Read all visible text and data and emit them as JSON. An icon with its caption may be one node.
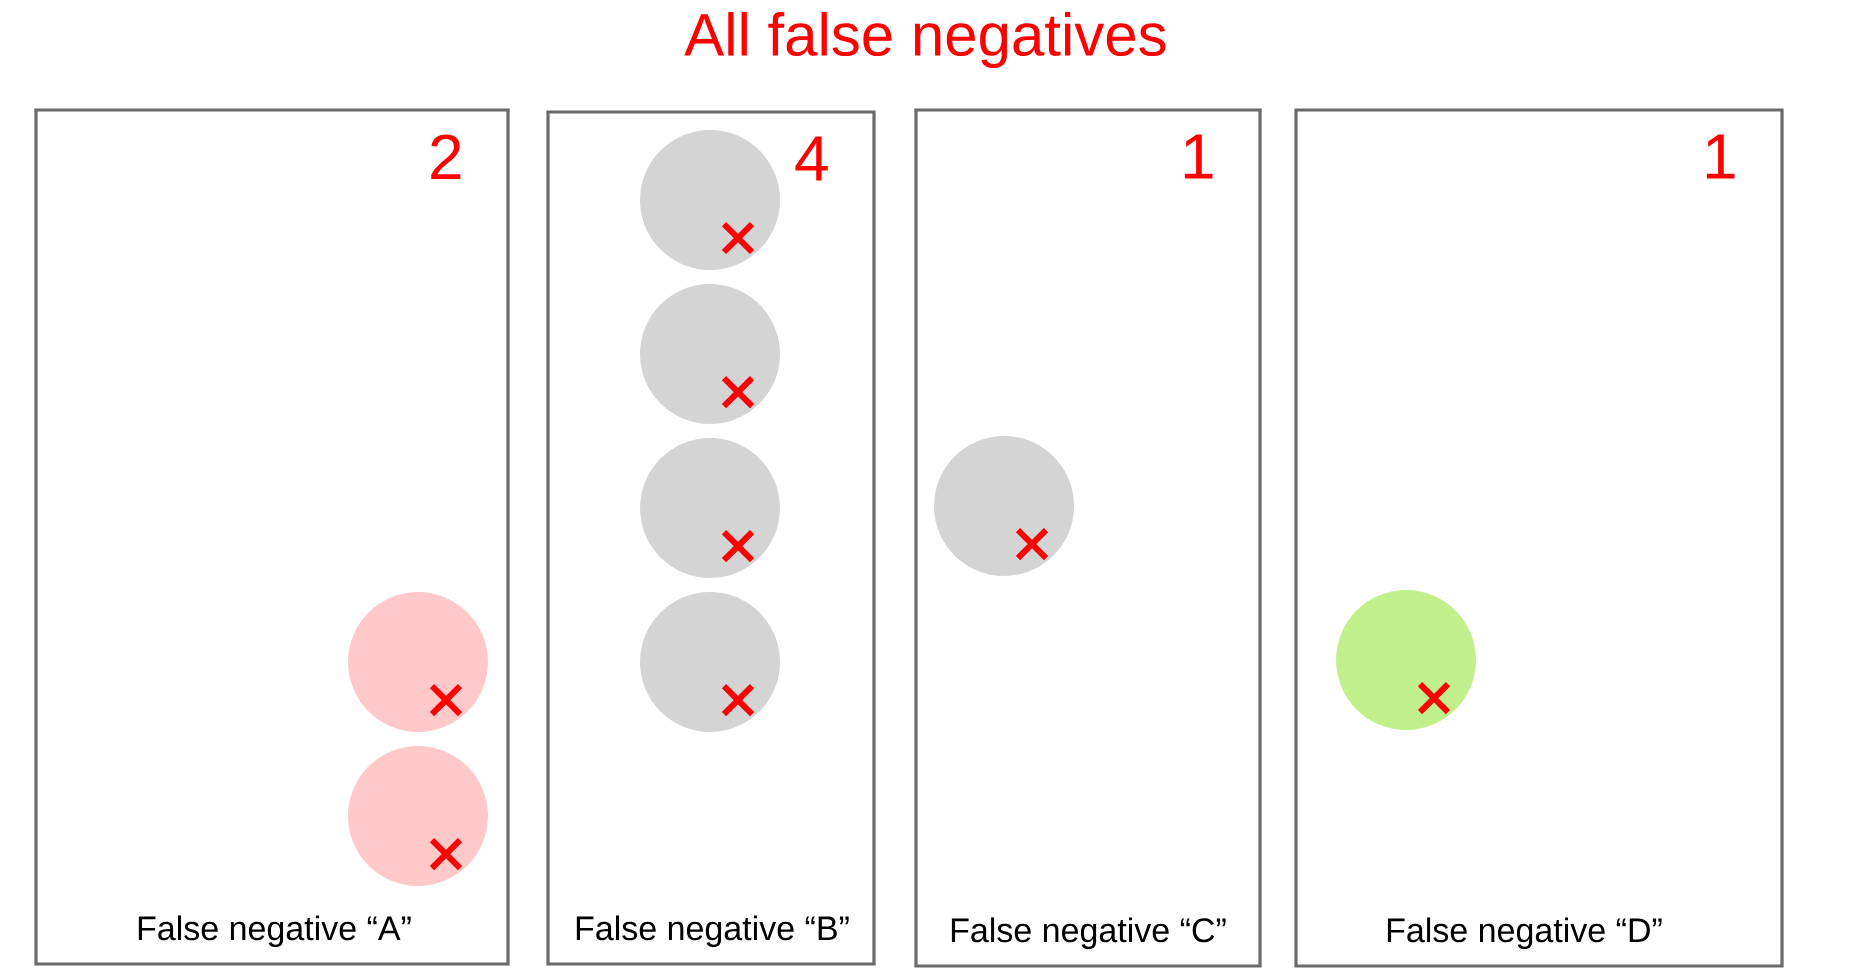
{
  "diagram": {
    "title": "All false negatives",
    "nodes": [
      {
        "text": [
          "2",
          "False negative “A”"
        ]
      },
      {
        "text": [],
        "shape": "circle",
        "in": 0
      },
      {
        "text": [],
        "shape": "circle",
        "in": 0
      },
      {
        "text": [
          "4",
          "False negative “B”"
        ]
      },
      {
        "text": [],
        "shape": "circle",
        "in": 3
      },
      {
        "text": [],
        "shape": "circle",
        "in": 3
      },
      {
        "text": [],
        "shape": "circle",
        "in": 3
      },
      {
        "text": [],
        "shape": "circle",
        "in": 3
      },
      {
        "text": [
          "1",
          "False negative “C”"
        ]
      },
      {
        "text": [],
        "shape": "circle",
        "in": 8
      },
      {
        "text": [
          "1",
          "False negative “D”"
        ]
      },
      {
        "text": [],
        "shape": "circle",
        "in": 10
      }
    ]
  }
}
